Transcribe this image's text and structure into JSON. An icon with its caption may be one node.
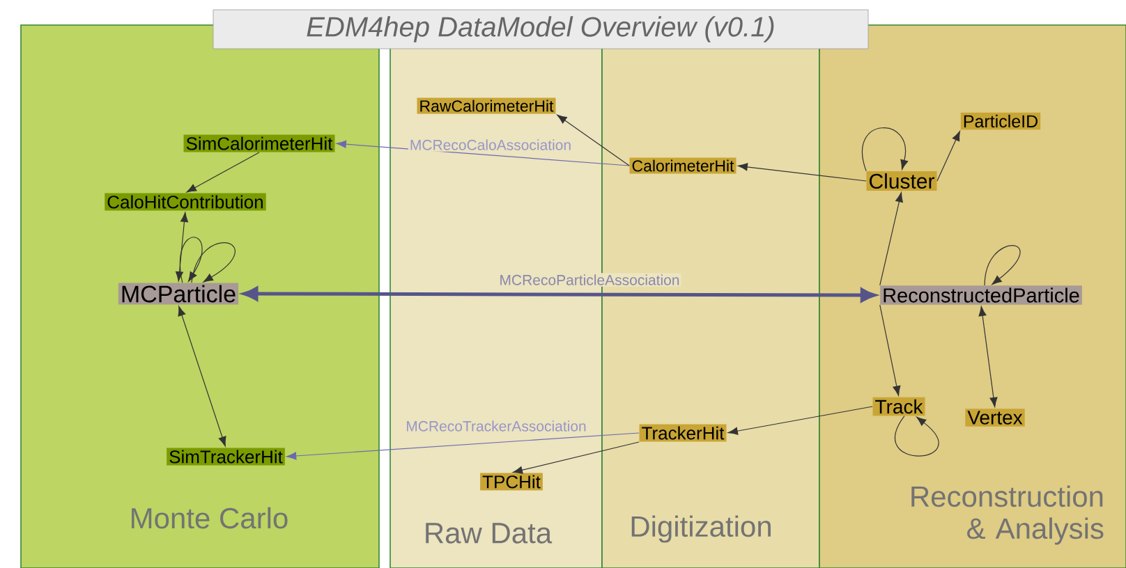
{
  "diagram": {
    "title": "EDM4hep DataModel Overview (v0.1)",
    "nodes": [
      {
        "text": [
          "Monte Carlo"
        ]
      },
      {
        "text": [
          "Raw Data"
        ]
      },
      {
        "text": [
          "Digitization"
        ]
      },
      {
        "text": [
          "Reconstruction & Analysis"
        ]
      },
      {
        "text": [
          "SimCalorimeterHit"
        ],
        "in": 0
      },
      {
        "text": [
          "CaloHitContribution"
        ],
        "in": 0
      },
      {
        "text": [
          "MCParticle"
        ],
        "in": 0
      },
      {
        "text": [
          "SimTrackerHit"
        ],
        "in": 0
      },
      {
        "text": [
          "RawCalorimeterHit"
        ],
        "in": 1
      },
      {
        "text": [
          "TPCHit"
        ],
        "in": 1
      },
      {
        "text": [
          "CalorimeterHit"
        ],
        "in": 2
      },
      {
        "text": [
          "TrackerHit"
        ],
        "in": 2
      },
      {
        "text": [
          "Cluster"
        ],
        "in": 3
      },
      {
        "text": [
          "ParticleID"
        ],
        "in": 3
      },
      {
        "text": [
          "ReconstructedParticle"
        ],
        "in": 3
      },
      {
        "text": [
          "Track"
        ],
        "in": 3
      },
      {
        "text": [
          "Vertex"
        ],
        "in": 3
      }
    ],
    "edges": [
      {
        "from": 4,
        "to": 5,
        "arrow": "to"
      },
      {
        "from": 6,
        "to": 5,
        "arrow": "both"
      },
      {
        "from": 6,
        "to": 7,
        "arrow": "both"
      },
      {
        "from": 6,
        "to": 6,
        "arrow": "to"
      },
      {
        "from": 6,
        "to": 6,
        "arrow": "to"
      },
      {
        "from": 10,
        "to": 4,
        "arrow": "to",
        "label": "MCRecoCaloAssociation",
        "color": "#6a6ab0"
      },
      {
        "from": 10,
        "to": 8,
        "arrow": "to"
      },
      {
        "from": 12,
        "to": 10,
        "arrow": "to"
      },
      {
        "from": 12,
        "to": 13,
        "arrow": "to"
      },
      {
        "from": 12,
        "to": 12,
        "arrow": "to"
      },
      {
        "from": 14,
        "to": 12,
        "arrow": "to"
      },
      {
        "from": 14,
        "to": 14,
        "arrow": "to"
      },
      {
        "from": 14,
        "to": 6,
        "arrow": "both",
        "label": "MCRecoParticleAssociation",
        "style": "thick",
        "color": "#55558a"
      },
      {
        "from": 14,
        "to": 15,
        "arrow": "to"
      },
      {
        "from": 14,
        "to": 16,
        "arrow": "both"
      },
      {
        "from": 15,
        "to": 15,
        "arrow": "to"
      },
      {
        "from": 15,
        "to": 11,
        "arrow": "to"
      },
      {
        "from": 11,
        "to": 9,
        "arrow": "to"
      },
      {
        "from": 11,
        "to": 7,
        "arrow": "to",
        "label": "MCRecoTrackerAssociation",
        "color": "#6a6ab0"
      }
    ]
  }
}
